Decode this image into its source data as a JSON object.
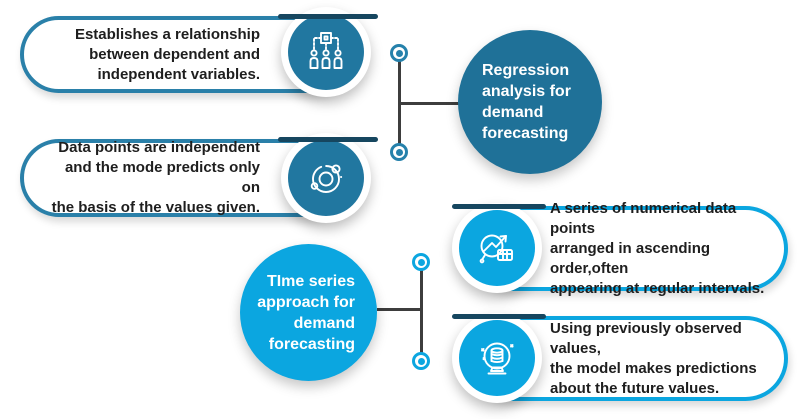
{
  "title": "Demand forecasting methods infographic",
  "colors": {
    "teal_dark": "#2581ab",
    "icon_circle_left": "#2177a0",
    "hub_regression": "#1f7198",
    "cyan_bright": "#0ba6e0",
    "navy_accent": "#16465f",
    "connector_line": "#3d3d3d",
    "text_dark": "#1e1e1e",
    "text_light": "#ffffff"
  },
  "groups": {
    "regression": {
      "hub_label": "Regression\nanalysis for\ndemand\nforecasting",
      "callouts": [
        {
          "text": "Establishes a relationship\nbetween dependent and\nindependent variables.",
          "icon": "variables-hierarchy-icon"
        },
        {
          "text": "Data points are independent\nand the mode predicts only on\nthe basis of the values given.",
          "icon": "orbit-data-points-icon"
        }
      ]
    },
    "time_series": {
      "hub_label": "TIme series\napproach for\ndemand\nforecasting",
      "callouts": [
        {
          "text": "A series of numerical data points\narranged in ascending order,often\nappearing at regular intervals.",
          "icon": "magnifier-trend-icon"
        },
        {
          "text": "Using previously observed values,\nthe model makes predictions\nabout the future values.",
          "icon": "crystal-ball-coins-icon"
        }
      ]
    }
  }
}
